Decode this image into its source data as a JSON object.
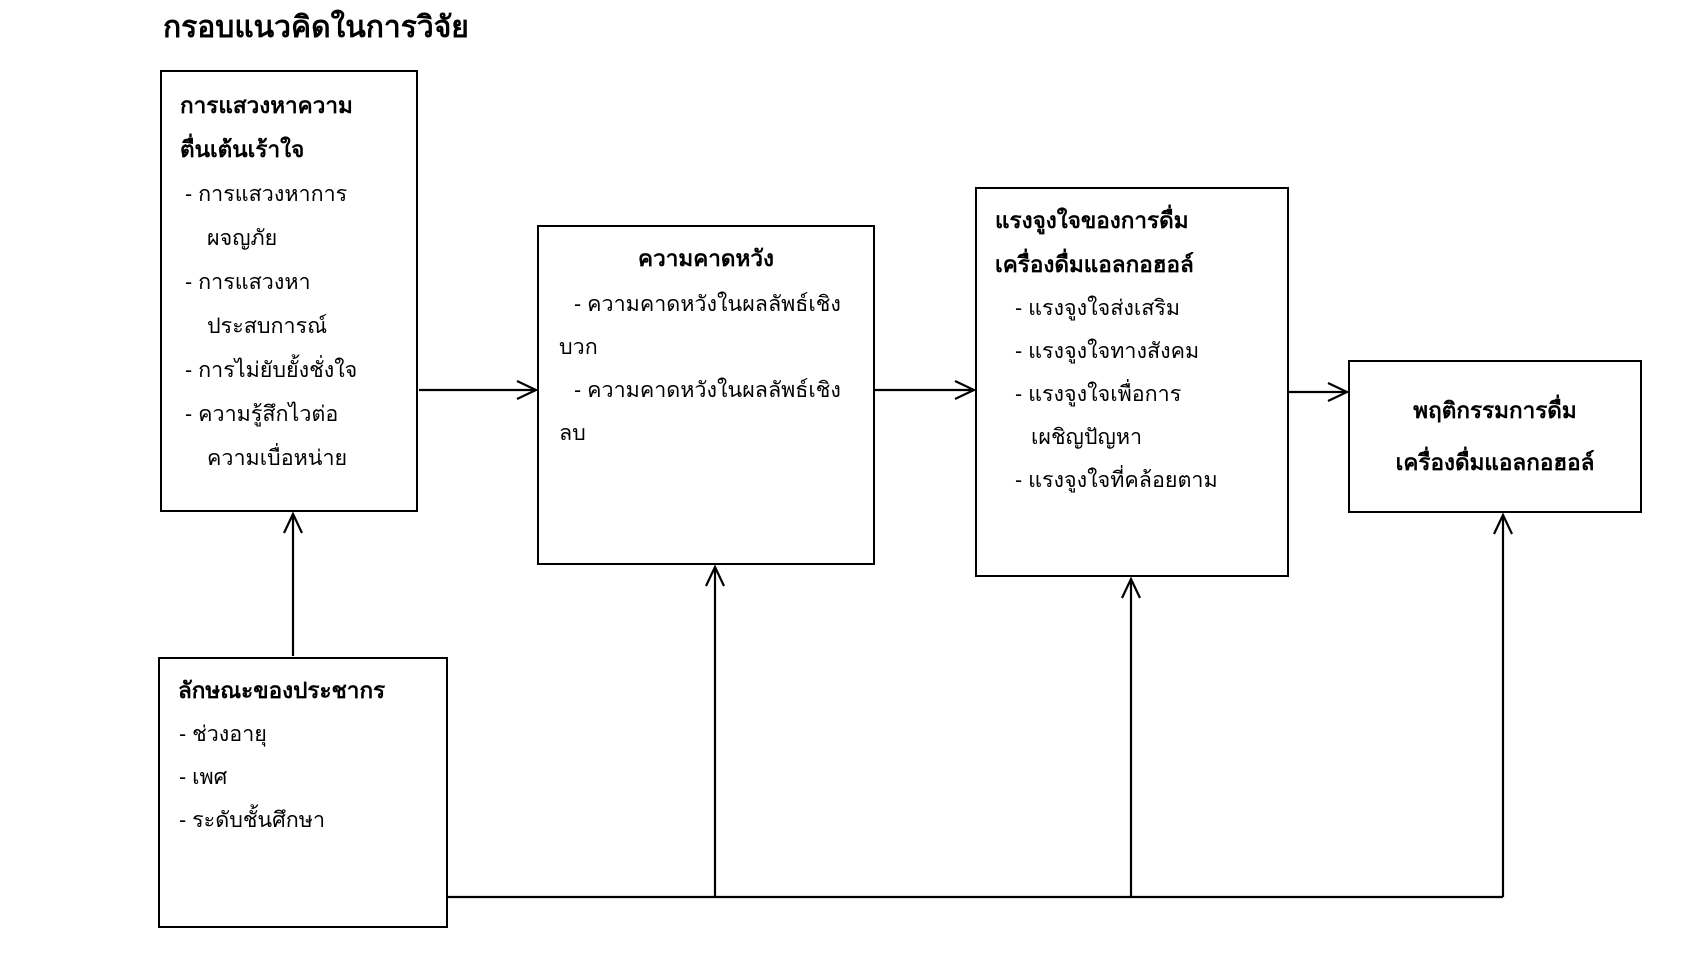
{
  "title": "กรอบแนวคิดในการวิจัย",
  "colors": {
    "ink": "#000000",
    "background": "#ffffff"
  },
  "boxes": {
    "sensation_seeking": {
      "heading_lines": [
        "การแสวงหาความ",
        "ตื่นเต้นเร้าใจ"
      ],
      "lines": [
        "- การแสวงหาการ",
        "ผจญภัย",
        "- การแสวงหา",
        "ประสบการณ์",
        "- การไม่ยับยั้งชั่งใจ",
        "- ความรู้สึกไวต่อ",
        "ความเบื่อหน่าย"
      ]
    },
    "expectancy": {
      "heading": "ความคาดหวัง",
      "lines": [
        "- ความคาดหวังในผลลัพธ์เชิง",
        "บวก",
        "- ความคาดหวังในผลลัพธ์เชิง",
        "ลบ"
      ]
    },
    "drinking_motives": {
      "heading_lines": [
        "แรงจูงใจของการดื่ม",
        "เครื่องดื่มแอลกอฮอล์"
      ],
      "lines": [
        "- แรงจูงใจส่งเสริม",
        "- แรงจูงใจทางสังคม",
        "- แรงจูงใจเพื่อการ",
        "เผชิญปัญหา",
        "- แรงจูงใจที่คล้อยตาม"
      ]
    },
    "drinking_behavior": {
      "lines": [
        "พฤติกรรมการดื่ม",
        "เครื่องดื่มแอลกอฮอล์"
      ]
    },
    "population": {
      "heading": "ลักษณะของประชากร",
      "lines": [
        "- ช่วงอายุ",
        "- เพศ",
        "- ระดับชั้นศึกษา"
      ]
    }
  }
}
